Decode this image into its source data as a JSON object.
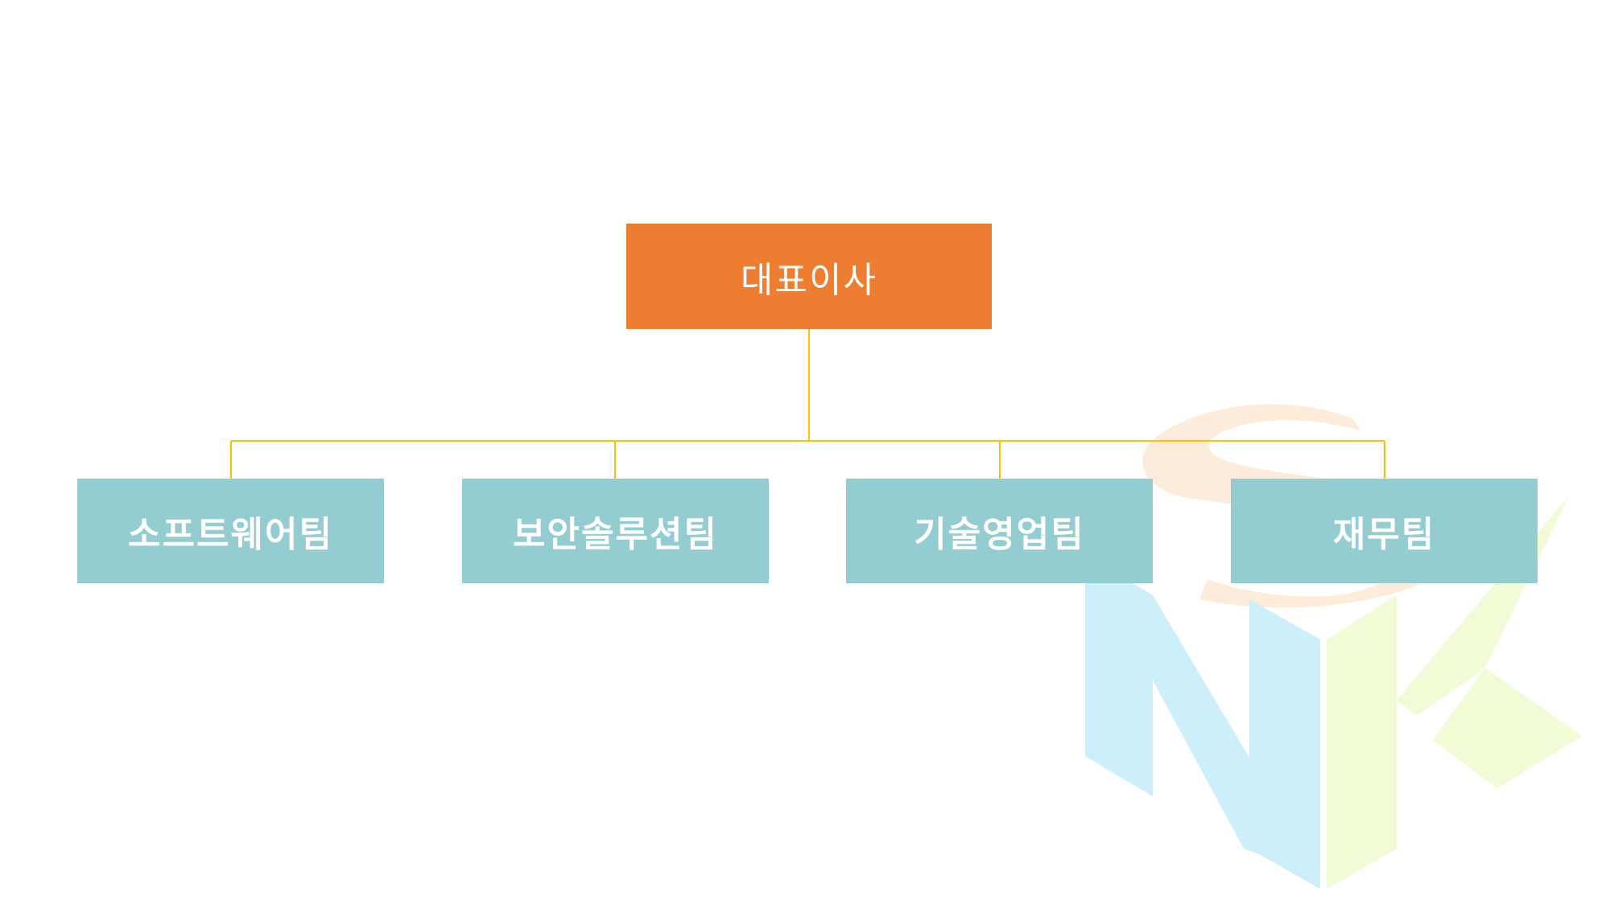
{
  "org_chart": {
    "root": {
      "label": "대표이사",
      "color": "#ED7D31"
    },
    "teams": [
      {
        "label": "소프트웨어팀",
        "color": "#93CDD1"
      },
      {
        "label": "보안솔루션팀",
        "color": "#93CDD1"
      },
      {
        "label": "기술영업팀",
        "color": "#93CDD1"
      },
      {
        "label": "재무팀",
        "color": "#93CDD1"
      }
    ],
    "connector_color": "#FFC000"
  },
  "watermark": {
    "description_icon": "snk-logo-watermark",
    "text": "SNK",
    "colors": [
      "#FDE9D3",
      "#CDEFFC",
      "#F1FBD6"
    ]
  }
}
